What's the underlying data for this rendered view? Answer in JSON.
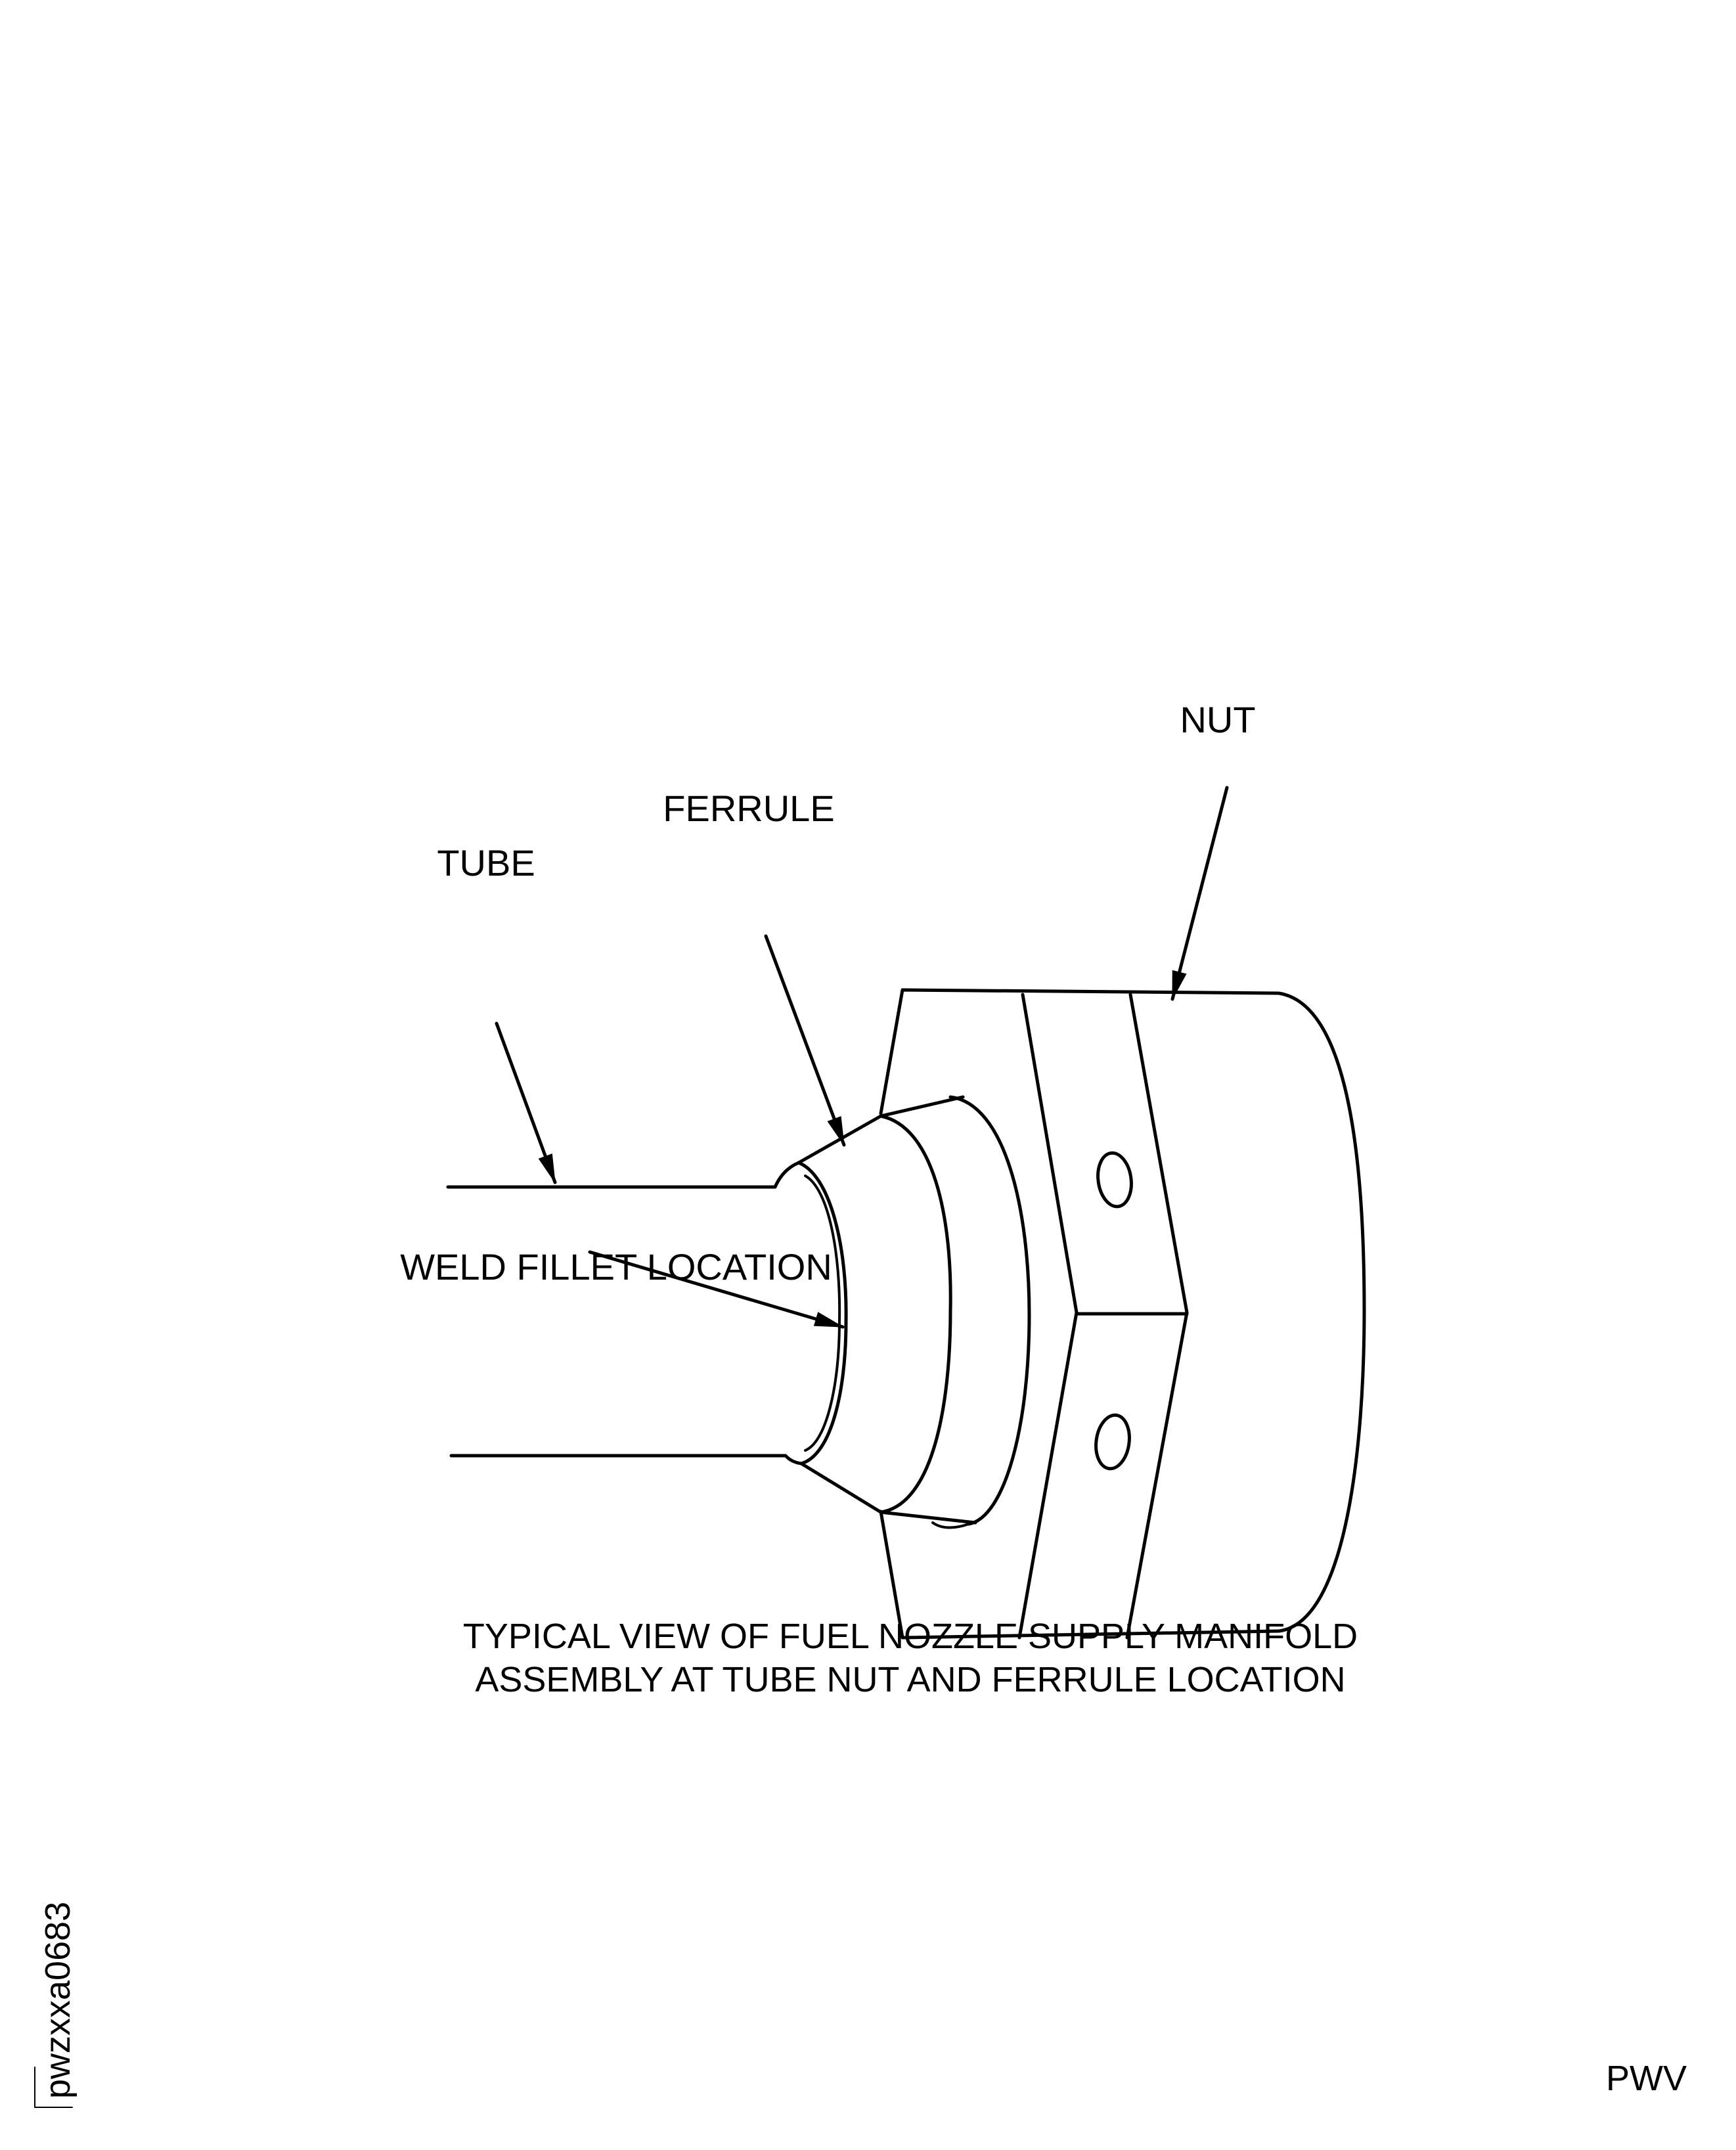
{
  "labels": {
    "nut": "NUT",
    "ferrule": "FERRULE",
    "tube": "TUBE",
    "weld_fillet": "WELD FILLET LOCATION"
  },
  "caption": {
    "line1": "TYPICAL VIEW OF FUEL NOZZLE SUPPLY MANIFOLD",
    "line2": "ASSEMBLY AT TUBE NUT AND FERRULE LOCATION"
  },
  "figure_id": "pwzxxa0683",
  "corner_code": "PWV"
}
